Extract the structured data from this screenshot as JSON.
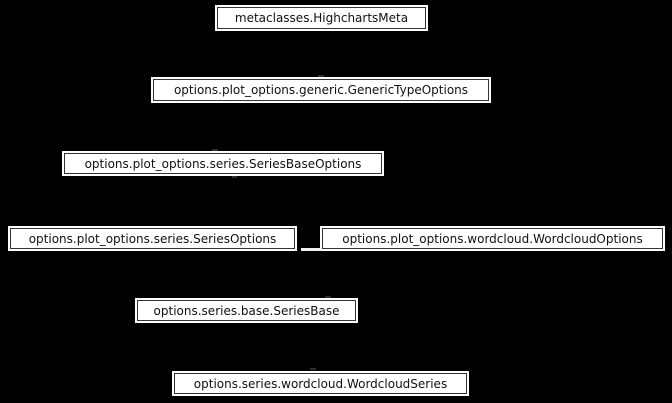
{
  "diagram": {
    "type": "inheritance-diagram",
    "colors": {
      "background": "#000000",
      "node_fill": "#ffffff",
      "node_border": "#333333",
      "node_text": "#111111",
      "edge": "#000000"
    },
    "nodes": [
      {
        "id": "HighchartsMeta",
        "label": "metaclasses.HighchartsMeta"
      },
      {
        "id": "GenericTypeOptions",
        "label": "options.plot_options.generic.GenericTypeOptions"
      },
      {
        "id": "SeriesBaseOptions",
        "label": "options.plot_options.series.SeriesBaseOptions"
      },
      {
        "id": "SeriesOptions",
        "label": "options.plot_options.series.SeriesOptions"
      },
      {
        "id": "WordcloudOptions",
        "label": "options.plot_options.wordcloud.WordcloudOptions"
      },
      {
        "id": "SeriesBase",
        "label": "options.series.base.SeriesBase"
      },
      {
        "id": "WordcloudSeries",
        "label": "options.series.wordcloud.WordcloudSeries"
      }
    ],
    "edges": [
      {
        "from": "GenericTypeOptions",
        "to": "HighchartsMeta"
      },
      {
        "from": "SeriesBaseOptions",
        "to": "GenericTypeOptions"
      },
      {
        "from": "SeriesOptions",
        "to": "SeriesBaseOptions"
      },
      {
        "from": "WordcloudOptions",
        "to": "SeriesBaseOptions"
      },
      {
        "from": "SeriesBase",
        "to": "SeriesOptions"
      },
      {
        "from": "WordcloudSeries",
        "to": "SeriesBase"
      },
      {
        "from": "WordcloudSeries",
        "to": "WordcloudOptions"
      }
    ]
  }
}
